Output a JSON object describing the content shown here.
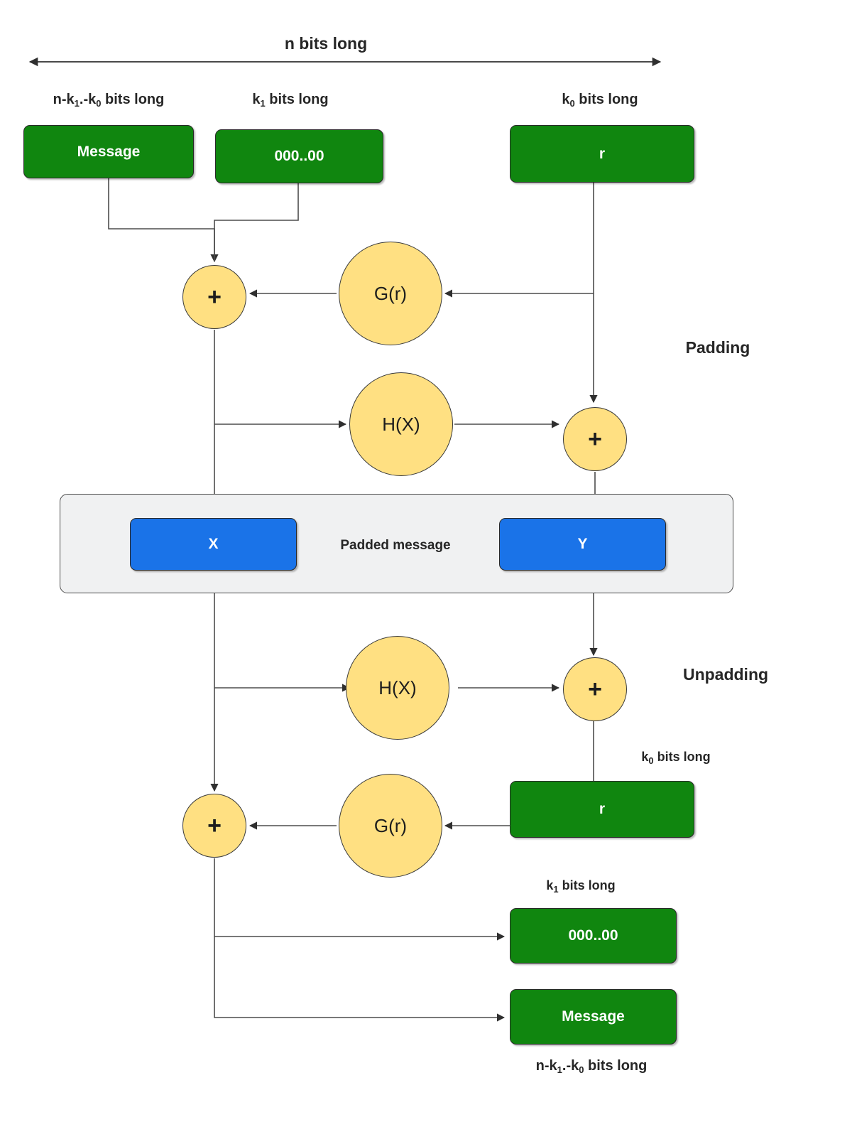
{
  "diagram": {
    "title_top": "n bits long",
    "sections": {
      "padding": "Padding",
      "unpadding": "Unpadding"
    },
    "padded_panel_label": "Padded message"
  },
  "top_labels": {
    "message_len_prefix": "n-k",
    "message_len_sub1": "1",
    "message_len_mid": ".-k",
    "message_len_sub2": "0",
    "message_len_suffix": " bits long",
    "zeros_len_prefix": "k",
    "zeros_len_sub": "1",
    "zeros_len_suffix": " bits long",
    "r_len_prefix": "k",
    "r_len_sub": "0",
    "r_len_suffix": " bits long"
  },
  "nodes": {
    "message_top": "Message",
    "zeros_top": "000..00",
    "r_top": "r",
    "xor1": "+",
    "g_top": "G(r)",
    "h_top": "H(X)",
    "xor2": "+",
    "x_block": "X",
    "y_block": "Y",
    "h_bottom": "H(X)",
    "xor3": "+",
    "r_bottom": "r",
    "g_bottom": "G(r)",
    "xor4": "+",
    "zeros_bottom": "000..00",
    "message_bottom": "Message"
  },
  "bottom_labels": {
    "r_len_prefix": "k",
    "r_len_sub": "0",
    "r_len_suffix": " bits long",
    "zeros_len_prefix": "k",
    "zeros_len_sub": "1",
    "zeros_len_suffix": " bits long",
    "message_len_prefix": "n-k",
    "message_len_sub1": "1",
    "message_len_mid": ".-k",
    "message_len_sub2": "0",
    "message_len_suffix": " bits long"
  },
  "colors": {
    "green": "#10860f",
    "blue": "#1a73e8",
    "yellow": "#ffe082",
    "panel": "#f0f1f2",
    "wire": "#4d4d4d",
    "text": "#262626"
  }
}
